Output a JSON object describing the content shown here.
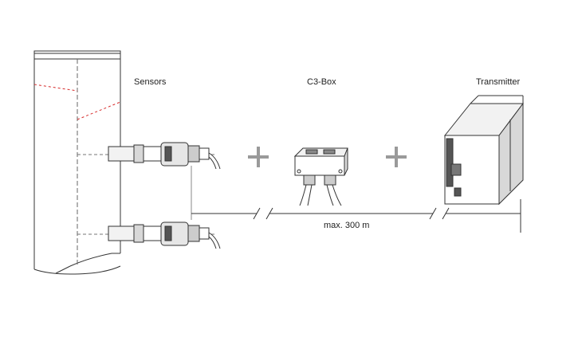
{
  "labels": {
    "sensors": "Sensors",
    "c3box": "C3-Box",
    "transmitter": "Transmitter",
    "distance": "max. 300 m"
  },
  "icons": [
    "pipe",
    "sensor",
    "plus-sign",
    "c3-box",
    "transmitter-module"
  ],
  "colors": {
    "line": "#333333",
    "fill_light": "#f2f2f2",
    "fill_mid": "#d8d8d8",
    "plus": "#9a9a9a",
    "accent_dashed": "#d62b2b"
  }
}
